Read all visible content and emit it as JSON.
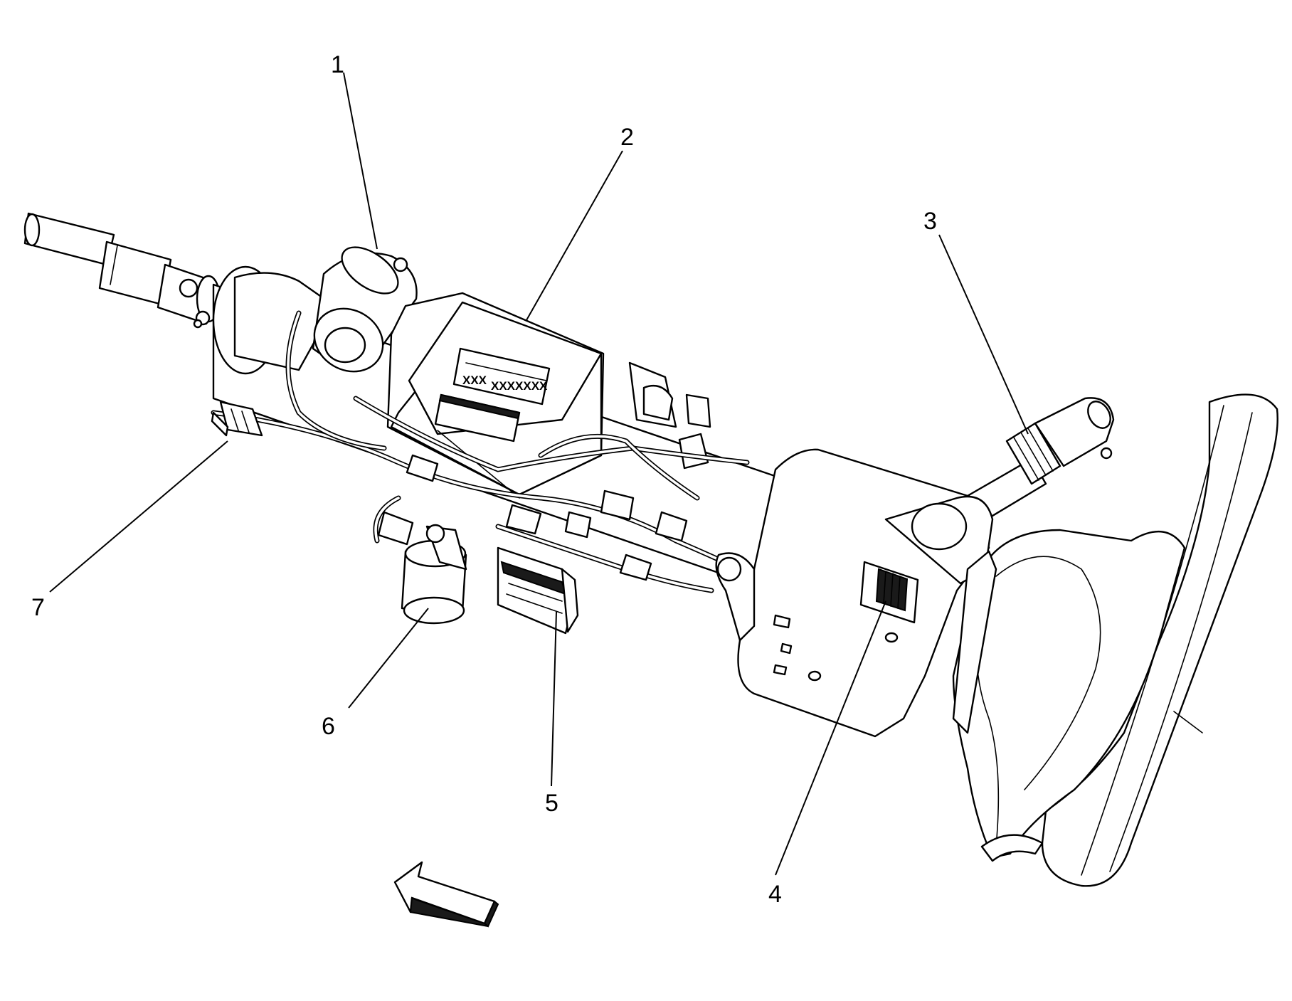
{
  "callouts": [
    {
      "id": "1",
      "text": "1"
    },
    {
      "id": "2",
      "text": "2"
    },
    {
      "id": "3",
      "text": "3"
    },
    {
      "id": "4",
      "text": "4"
    },
    {
      "id": "5",
      "text": "5"
    },
    {
      "id": "6",
      "text": "6"
    },
    {
      "id": "7",
      "text": "7"
    }
  ],
  "module_label": {
    "line1": "XXX",
    "line2": "XXXXXXX"
  },
  "direction_arrow": "arrow pointing toward front of vehicle (upper-left)"
}
